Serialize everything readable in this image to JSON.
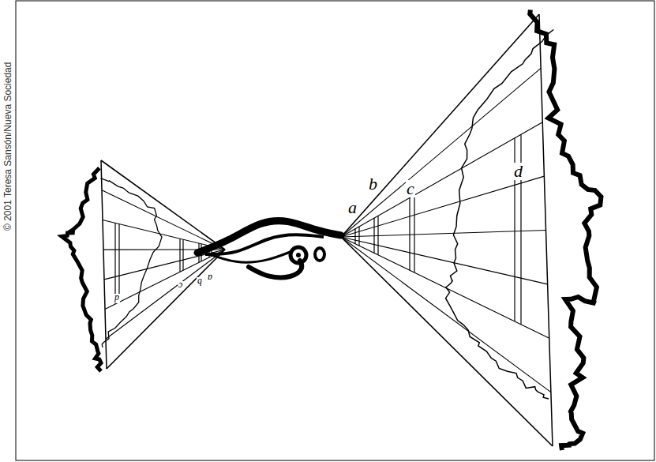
{
  "diagram": {
    "labels": [
      "© 2001 Teresa Sansón/Nueva Sociedad",
      "a",
      "b",
      "c",
      "d",
      "d",
      "c",
      "b",
      "a"
    ]
  }
}
